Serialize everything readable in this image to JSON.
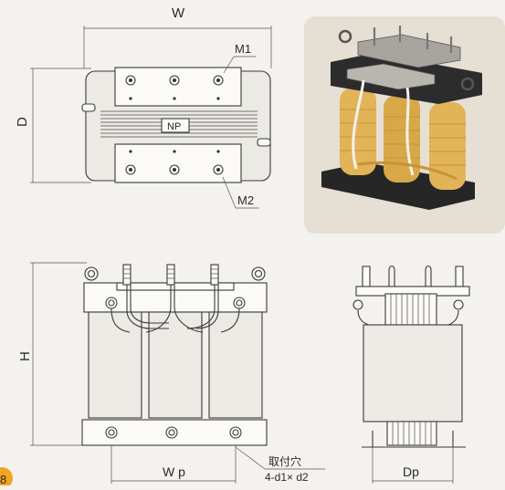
{
  "labels": {
    "w": "W",
    "d": "D",
    "h": "H",
    "m1": "M1",
    "m2": "M2",
    "np": "NP",
    "wp": "W p",
    "dp": "Dp",
    "mount_holes": "取付穴",
    "mount_spec": "4-d1× d2",
    "corner_mark": "8"
  },
  "photo": {
    "subject": "transformer-photo",
    "colors": {
      "coil": "#e2b458",
      "coil_stripe": "#c89238",
      "frame": "#262626",
      "background": "#e6dfd3"
    }
  }
}
